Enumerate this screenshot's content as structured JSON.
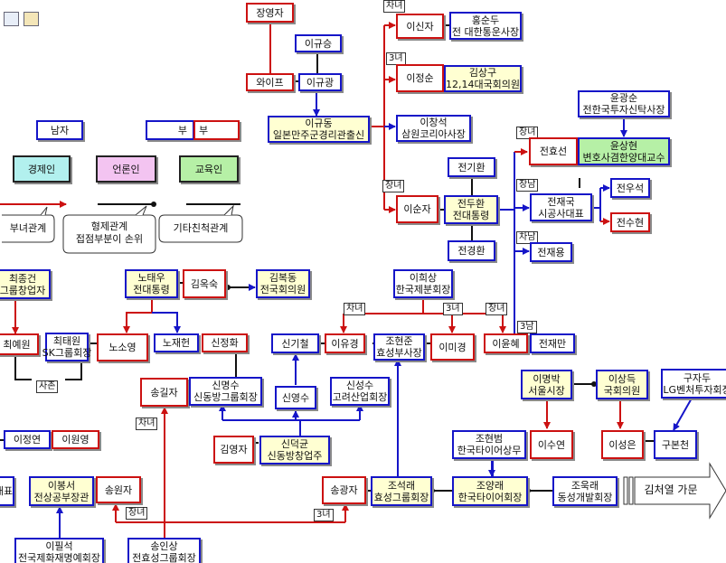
{
  "boxes": {
    "jangyeongja": "장영자",
    "igyuseung": "이규승",
    "waipeu": "와이프",
    "igyugwang": "이규광",
    "igyudong": "이규동",
    "igyudong_desc": "일본만주군경리관출신",
    "isinja": "이신자",
    "heungsundu": "홍순두",
    "heungsundu_desc": "전 대한통운사장",
    "ijeongsun": "이정순",
    "gimsanggu": "김상구",
    "gimsanggu_desc": "12,14대국회의원",
    "ichangseok": "이창석",
    "ichangseok_desc": "삼원코리아사장",
    "yungwangsun": "윤광순",
    "yungwangsun_desc": "전한국투자신탁사장",
    "jeonhyoseon": "전효선",
    "yunsanghyeon": "윤상현",
    "yunsanghyeon_desc": "변호사겸한양대교수",
    "jeongihwan": "전기환",
    "isunja": "이순자",
    "jeonduhwan": "전두환",
    "jeonduhwan_desc": "전대통령",
    "jeonjaeguk": "전재국",
    "jeonjaeguk_desc": "시공사대표",
    "jeonuseok": "전우석",
    "jeonsuhyeon": "전수현",
    "jeongyeonghwan": "전경환",
    "jeonjaeyong": "전재용",
    "namja": "남자",
    "bubu_left": "부",
    "bubu_right": "부",
    "gyeongjein": "경제인",
    "eollonin": "언론인",
    "gyoyugin": "교육인",
    "choejonggeon": "최종건",
    "choejonggeon_desc": "그룹창업자",
    "notaeu": "노태우",
    "notaeu_desc": "전대통령",
    "gimoksuk": "김옥숙",
    "gimbokdong": "김복동",
    "gimbokdong_desc": "전국회의원",
    "ihuisang": "이희상",
    "ihuisang_desc": "한국제분회장",
    "choeyewon": "최예원",
    "choetaewon": "최태원",
    "choetaewon_desc": "SK그룹회장",
    "nosoyeong": "노소영",
    "nojaeheon": "노재헌",
    "sinjeonghwa": "신정화",
    "singicheol": "신기철",
    "iyugyeong": "이유경",
    "johyeonjun": "조현준",
    "johyeonjun_desc": "효성부사장",
    "imigyeong": "이미경",
    "iyunhye": "이윤혜",
    "jeonjaeman": "전재만",
    "songgilja": "송길자",
    "sinmyeongsu": "신명수",
    "sinmyeongsu_desc": "신동방그룹회장",
    "sinyeongsu": "신영수",
    "sinseongsu": "신성수",
    "sinseongsu_desc": "고려산업회장",
    "imyeongbak": "이명박",
    "imyeongbak_desc": "서울시장",
    "isangdeuk": "이상득",
    "isangdeuk_desc": "국회의원",
    "gujadu": "구자두",
    "gujadu_desc": "LG벤처투자회장",
    "ijeongyeon": "이정연",
    "iwonyeong": "이원영",
    "gimyeongja": "김영자",
    "sindeokgyun": "신덕균",
    "sindeokgyun_desc": "신동방창업주",
    "johyeonbeom": "조현범",
    "johyeonbeom_desc": "한국타이어상무",
    "isuyeon": "이수연",
    "iseongeun": "이성은",
    "gubonchun": "구본천",
    "ibongseo": "이봉서",
    "ibongseo_desc": "전상공부장관",
    "songwonja": "송원자",
    "songgwangja": "송광자",
    "joseokrae": "조석래",
    "joseokrae_desc": "효성그룹회장",
    "joyangrae": "조양래",
    "joyangrae_desc": "한국타이어회장",
    "joukrae": "조욱래",
    "joukrae_desc": "동성개발회장",
    "gimcheoyeol": "김처열 가문",
    "ipilseok": "이필석",
    "ipilseok_desc": "전국제화재명예회장",
    "songinsang": "송인상",
    "songinsang_desc": "전효성그룹회장",
    "left_cut_1": "대표"
  },
  "tags": {
    "t_chanyeo_top": "차녀",
    "t_3nyeo_top": "3녀",
    "t_jangnyeo_mid": "장녀",
    "t_jangnyeo_right": "장녀",
    "t_jangnam": "장남",
    "t_chanam": "차남",
    "t_chanyeo_mid": "차녀",
    "t_3nyeo_mid": "3녀",
    "t_jangnyeo_mid2": "장녀",
    "t_3nam": "3남",
    "t_sachon": "사촌",
    "t_chanyeo_low": "차녀",
    "t_jangnyeo_low": "장녀",
    "t_3nyeo_low": "3녀"
  },
  "legend": {
    "bunyeo": "부녀관계",
    "hyeongje_1": "형제관계",
    "hyeongje_2": "접점부분이 손위",
    "gita": "기타친척관계"
  },
  "colors": {
    "male_border": "#1515c8",
    "female_border": "#cc1111",
    "economist_bg": "#b2f0ee",
    "media_bg": "#f3c4f1",
    "educator_bg": "#b6f0a6",
    "highlight_bg": "#ffffd2"
  },
  "icons": [
    "mail-icon",
    "print-icon"
  ]
}
